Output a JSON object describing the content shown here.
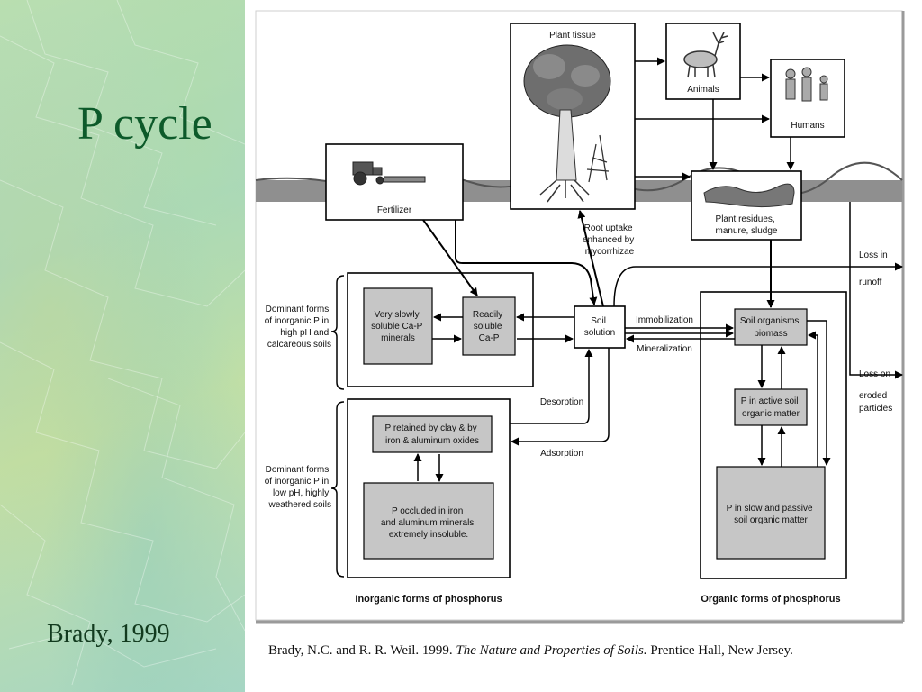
{
  "slide": {
    "title": "P cycle",
    "credit": "Brady, 1999",
    "citation": {
      "authors": "Brady, N.C. and R. R. Weil.  1999.",
      "book": "The Nature and Properties of Soils.",
      "publisher": "Prentice Hall, New Jersey."
    }
  },
  "diagram": {
    "plant_tissue": "Plant tissue",
    "animals": "Animals",
    "humans": "Humans",
    "fertilizer": "Fertilizer",
    "plant_residues": [
      "Plant residues,",
      "manure, sludge"
    ],
    "root_uptake": [
      "Root uptake",
      "enhanced by",
      "mycorrhizae"
    ],
    "loss_runoff": [
      "Loss in",
      "runoff"
    ],
    "loss_eroded": [
      "Loss on",
      "eroded",
      "particles"
    ],
    "soil_solution": [
      "Soil",
      "solution"
    ],
    "immobilization": "Immobilization",
    "mineralization": "Mineralization",
    "desorption": "Desorption",
    "adsorption": "Adsorption",
    "very_slowly": [
      "Very slowly",
      "soluble Ca-P",
      "minerals"
    ],
    "readily_soluble": [
      "Readily",
      "soluble",
      "Ca-P"
    ],
    "dominant_high_ph": [
      "Dominant forms",
      "of inorganic P in",
      "high pH and",
      "calcareous soils"
    ],
    "dominant_low_ph": [
      "Dominant forms",
      "of inorganic P in",
      "low pH, highly",
      "weathered soils"
    ],
    "p_retained": [
      "P retained by clay & by",
      "iron & aluminum oxides"
    ],
    "p_occluded": [
      "P occluded in iron",
      "and aluminum minerals",
      "extremely insoluble."
    ],
    "soil_organisms": [
      "Soil organisms",
      "biomass"
    ],
    "p_active": [
      "P in active soil",
      "organic matter"
    ],
    "p_slow": [
      "P in slow and passive",
      "soil organic matter"
    ],
    "inorganic_forms": "Inorganic forms of phosphorus",
    "organic_forms": "Organic forms of phosphorus"
  }
}
